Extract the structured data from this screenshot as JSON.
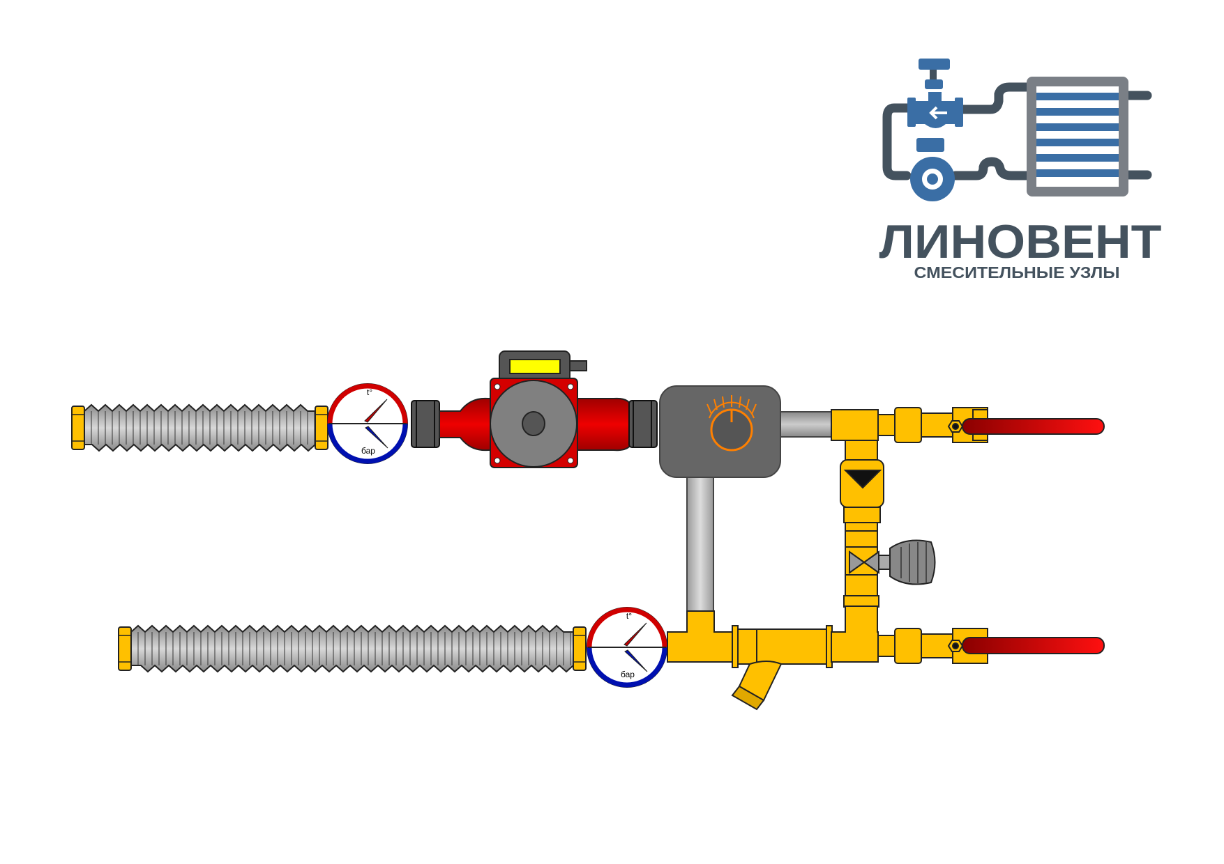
{
  "logo": {
    "brand": "ЛИНОВЕНТ",
    "tagline": "СМЕСИТЕЛЬНЫЕ УЗЛЫ"
  },
  "gauges": {
    "top": {
      "temp_label": "t°",
      "pressure_label": "бар"
    },
    "bottom": {
      "temp_label": "t°",
      "pressure_label": "бар"
    }
  },
  "colors": {
    "brass": "#FFC000",
    "pump_red": "#E00000",
    "valve_handle": "#E00000",
    "logo_blue": "#3A6EA5",
    "logo_dark": "#44525E",
    "logo_grey": "#7A7F86"
  }
}
